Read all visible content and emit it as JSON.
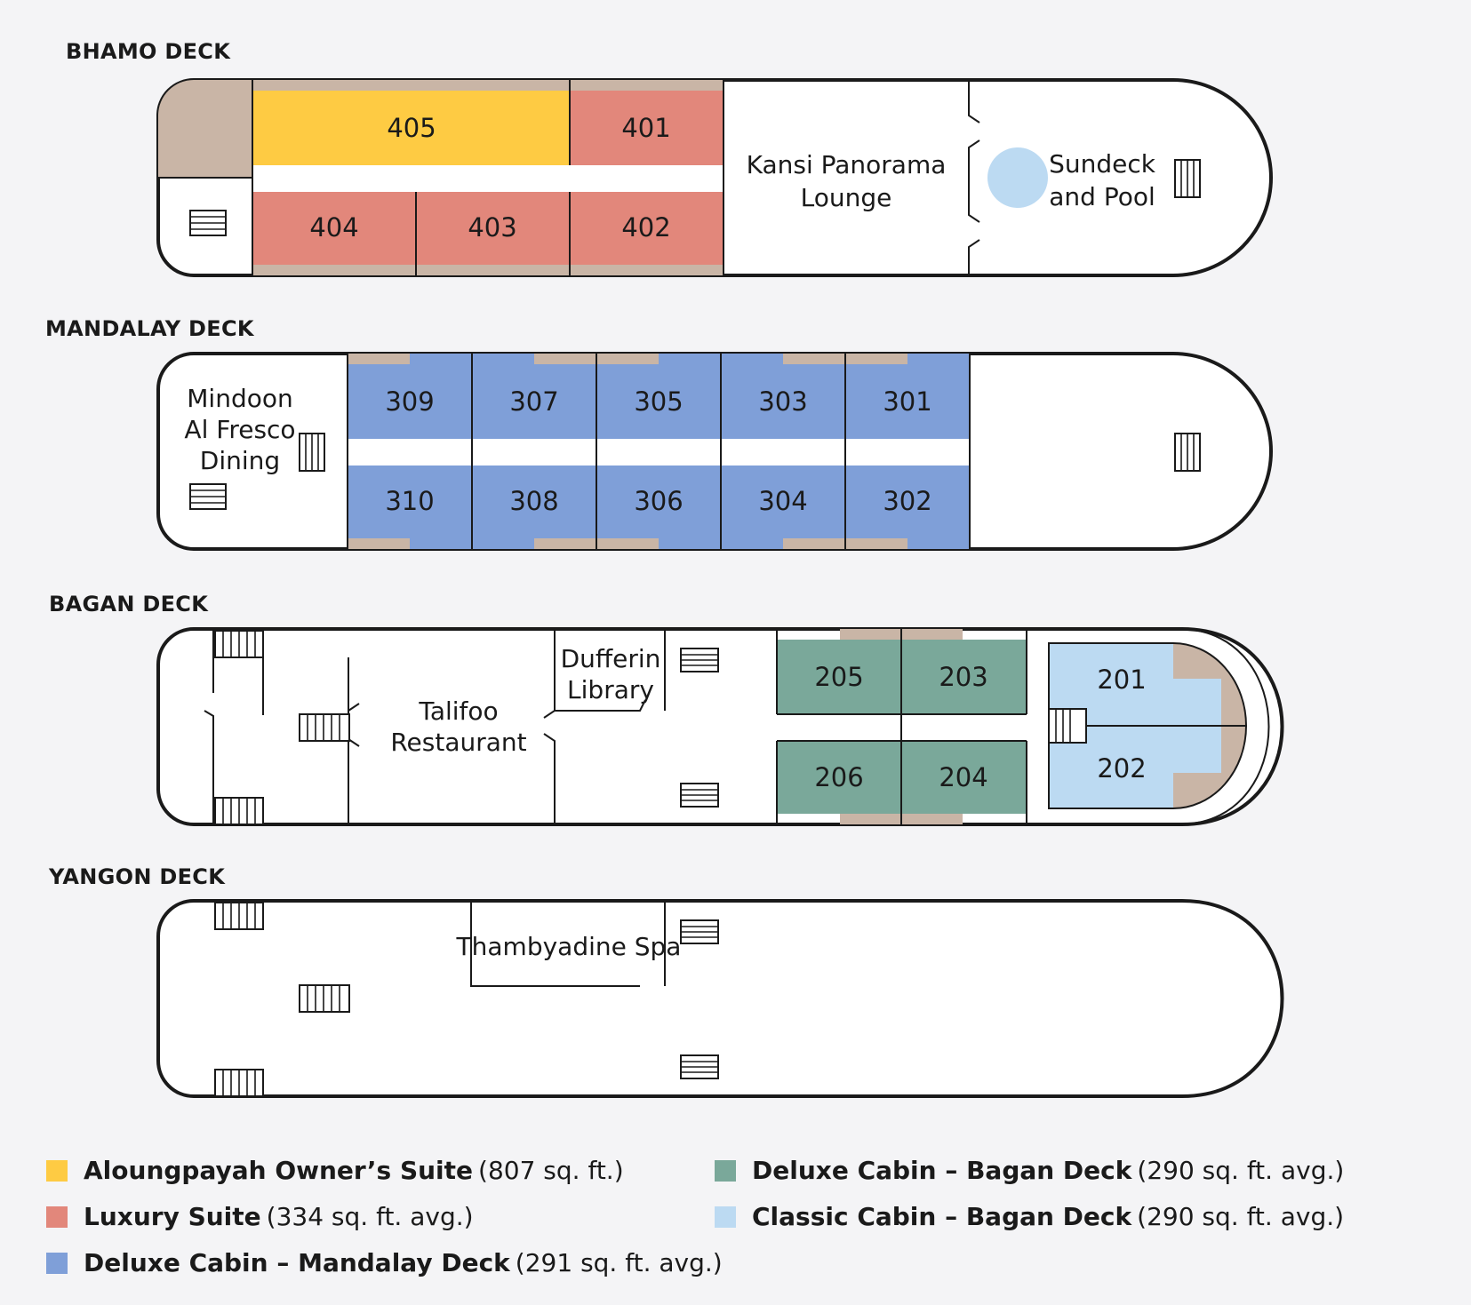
{
  "decks": {
    "bhamo": {
      "title": "BHAMO DECK",
      "cabins": [
        "405",
        "401",
        "404",
        "403",
        "402"
      ],
      "lounge": [
        "Kansi Panorama",
        "Lounge"
      ],
      "sundeck": [
        "Sundeck",
        "and Pool"
      ]
    },
    "mandalay": {
      "title": "MANDALAY DECK",
      "dining": [
        "Mindoon",
        "Al Fresco",
        "Dining"
      ],
      "cabins_top": [
        "309",
        "307",
        "305",
        "303",
        "301"
      ],
      "cabins_bottom": [
        "310",
        "308",
        "306",
        "304",
        "302"
      ]
    },
    "bagan": {
      "title": "BAGAN DECK",
      "restaurant": [
        "Talifoo",
        "Restaurant"
      ],
      "library": [
        "Dufferin",
        "Library"
      ],
      "deluxe_cabins": [
        "205",
        "203",
        "206",
        "204"
      ],
      "classic_cabins": [
        "201",
        "202"
      ]
    },
    "yangon": {
      "title": "YANGON DECK",
      "spa": "Thambyadine Spa"
    }
  },
  "legend": [
    {
      "name": "Aloungpayah Owner’s Suite",
      "size": "(807 sq. ft.)",
      "color": "#fecb43"
    },
    {
      "name": "Luxury Suite",
      "size": "(334 sq. ft. avg.)",
      "color": "#e2877b"
    },
    {
      "name": "Deluxe Cabin – Mandalay Deck",
      "size": "(291 sq. ft. avg.)",
      "color": "#7f9fd8"
    },
    {
      "name": "Deluxe Cabin – Bagan Deck",
      "size": "(290 sq. ft. avg.)",
      "color": "#7aa89a"
    },
    {
      "name": "Classic Cabin – Bagan Deck",
      "size": "(290 sq. ft. avg.)",
      "color": "#bcdaf2"
    }
  ],
  "icons": {
    "staircase": "stairs-icon",
    "pool": "pool-icon"
  }
}
